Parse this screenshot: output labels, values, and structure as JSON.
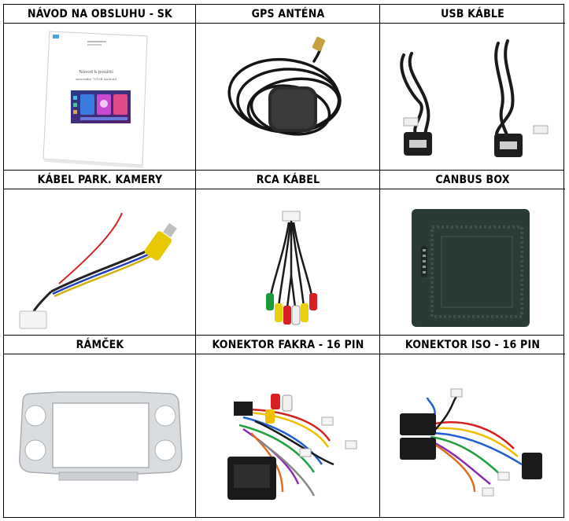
{
  "cells": [
    {
      "title": "NÁVOD NA OBSLUHU - SK",
      "icon": "manual-booklet-icon"
    },
    {
      "title": "GPS ANTÉNA",
      "icon": "gps-antenna-icon"
    },
    {
      "title": "USB KÁBLE",
      "icon": "usb-cables-icon"
    },
    {
      "title": "KÁBEL PARK. KAMERY",
      "icon": "parking-camera-cable-icon"
    },
    {
      "title": "RCA KÁBEL",
      "icon": "rca-cable-icon"
    },
    {
      "title": "CANBUS BOX",
      "icon": "canbus-box-icon"
    },
    {
      "title": "RÁMČEK",
      "icon": "frame-icon"
    },
    {
      "title": "KONEKTOR FAKRA - 16 PIN",
      "icon": "fakra-connector-icon"
    },
    {
      "title": "KONEKTOR ISO - 16 PIN",
      "icon": "iso-connector-icon"
    }
  ],
  "manual": {
    "line1": "Návod k použití",
    "line2": "Autorádio 7010B Android"
  }
}
